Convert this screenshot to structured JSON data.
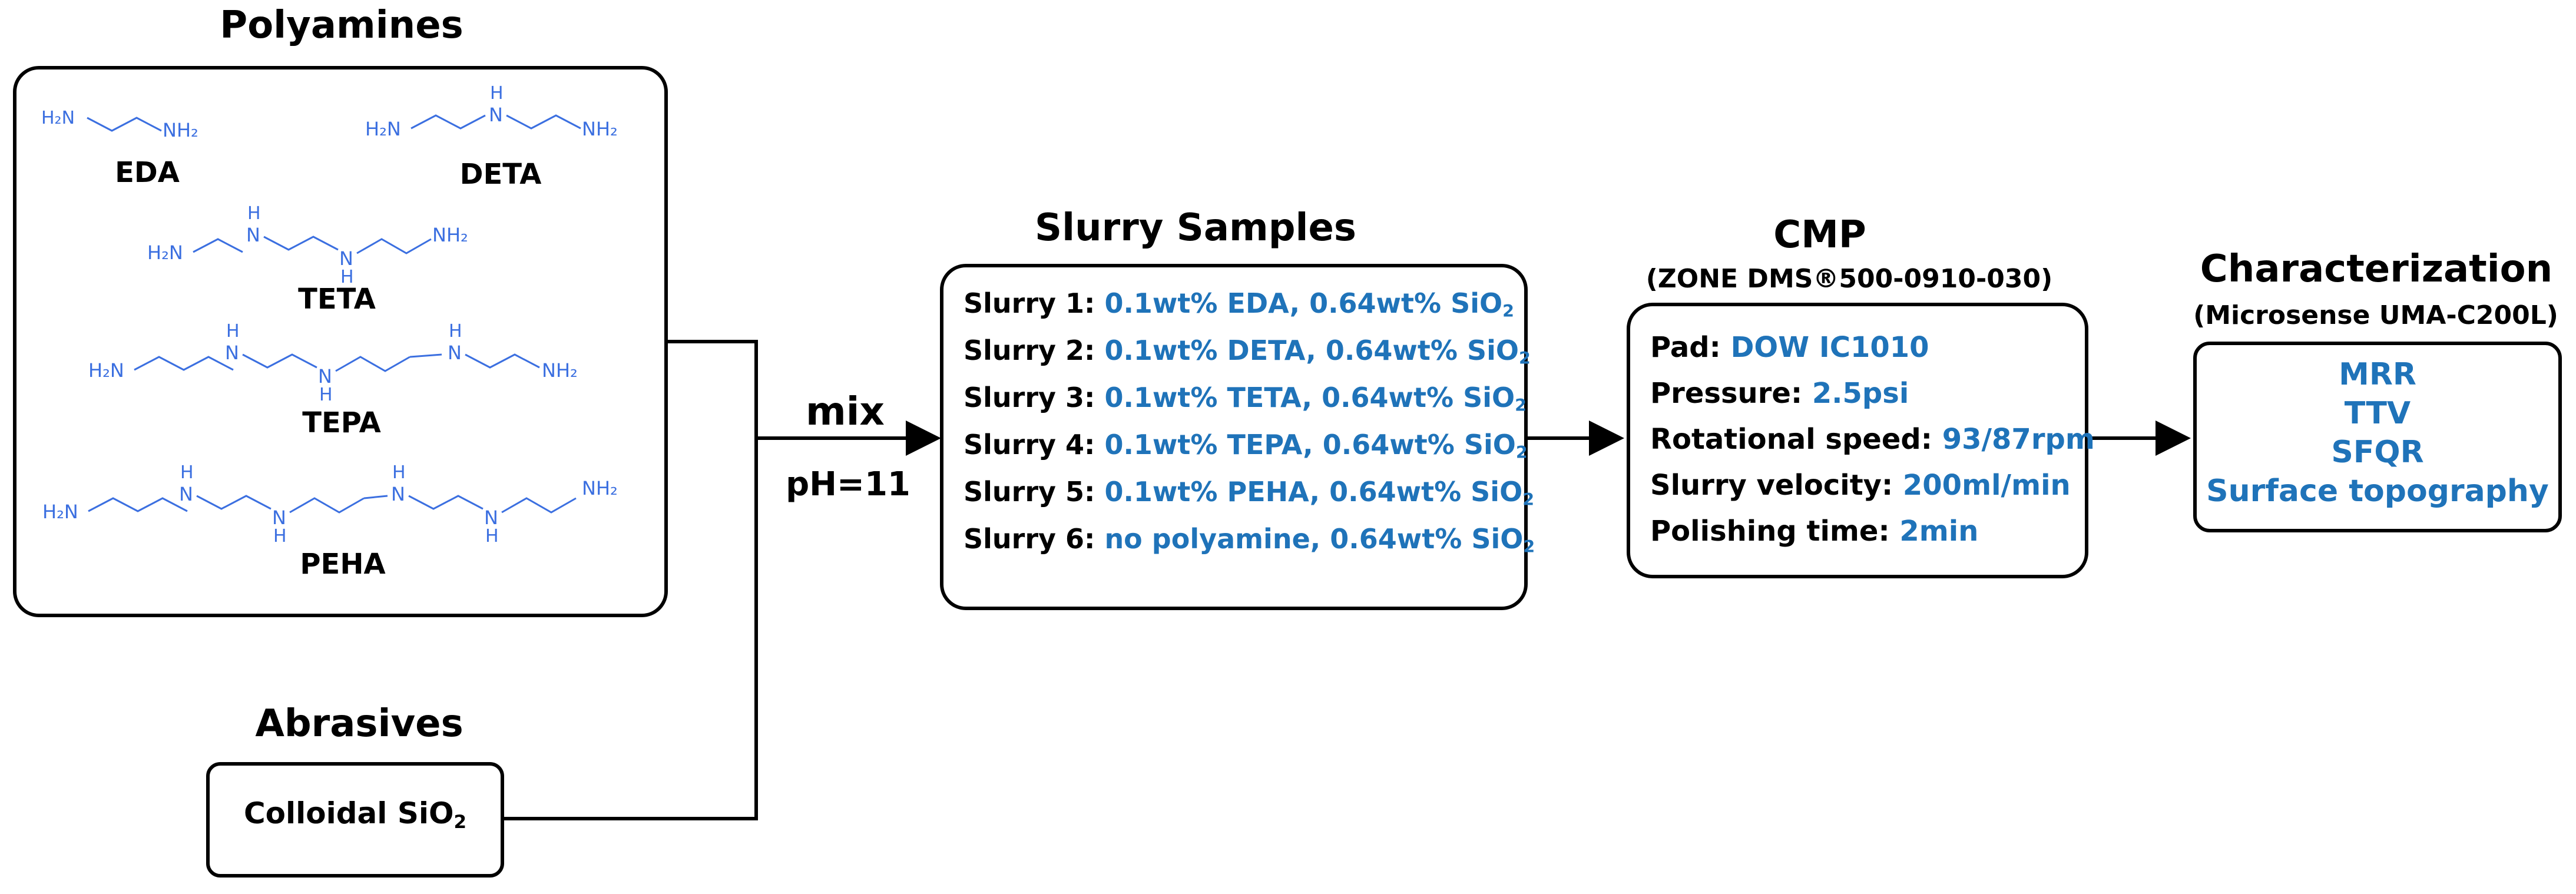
{
  "polyamines": {
    "title": "Polyamines",
    "molecules": [
      {
        "name": "EDA",
        "h2n": "H₂N",
        "nh2": "NH₂"
      },
      {
        "name": "DETA",
        "h2n": "H₂N",
        "nh2": "NH₂",
        "nh": "H\nN"
      },
      {
        "name": "TETA",
        "h2n": "H₂N",
        "nh2": "NH₂"
      },
      {
        "name": "TEPA",
        "h2n": "H₂N",
        "nh2": "NH₂"
      },
      {
        "name": "PEHA",
        "h2n": "H₂N",
        "nh2": "NH₂"
      }
    ],
    "nh_label_top": "H",
    "nh_label_n": "N"
  },
  "abrasives": {
    "title": "Abrasives",
    "box_label": "Colloidal SiO",
    "box_label_sub": "2"
  },
  "mix": {
    "label": "mix",
    "ph": "pH=11"
  },
  "slurry": {
    "title": "Slurry Samples",
    "rows": [
      {
        "name": "Slurry 1:",
        "desc": "0.1wt% EDA, 0.64wt% SiO",
        "sub": "2"
      },
      {
        "name": "Slurry 2:",
        "desc": "0.1wt% DETA, 0.64wt% SiO",
        "sub": "2"
      },
      {
        "name": "Slurry 3:",
        "desc": "0.1wt% TETA, 0.64wt% SiO",
        "sub": "2"
      },
      {
        "name": "Slurry 4:",
        "desc": "0.1wt% TEPA, 0.64wt% SiO",
        "sub": "2"
      },
      {
        "name": "Slurry 5:",
        "desc": "0.1wt% PEHA, 0.64wt% SiO",
        "sub": "2"
      },
      {
        "name": "Slurry 6:",
        "desc": "no polyamine, 0.64wt% SiO",
        "sub": "2"
      }
    ]
  },
  "cmp": {
    "title": "CMP",
    "subtitle": "(ZONE DMS®500-0910-030)",
    "rows": [
      {
        "name": "Pad:",
        "value": "DOW IC1010"
      },
      {
        "name": "Pressure:",
        "value": "2.5psi"
      },
      {
        "name": "Rotational speed:",
        "value": "93/87rpm"
      },
      {
        "name": "Slurry velocity:",
        "value": "200ml/min"
      },
      {
        "name": "Polishing time:",
        "value": "2min"
      }
    ]
  },
  "characterization": {
    "title": "Characterization",
    "subtitle": "(Microsense UMA-C200L)",
    "items": [
      "MRR",
      "TTV",
      "SFQR",
      "Surface topography"
    ]
  },
  "colors": {
    "value_blue": "#1f73b9",
    "molecule_blue": "#3b6fe0",
    "line": "#000000"
  }
}
